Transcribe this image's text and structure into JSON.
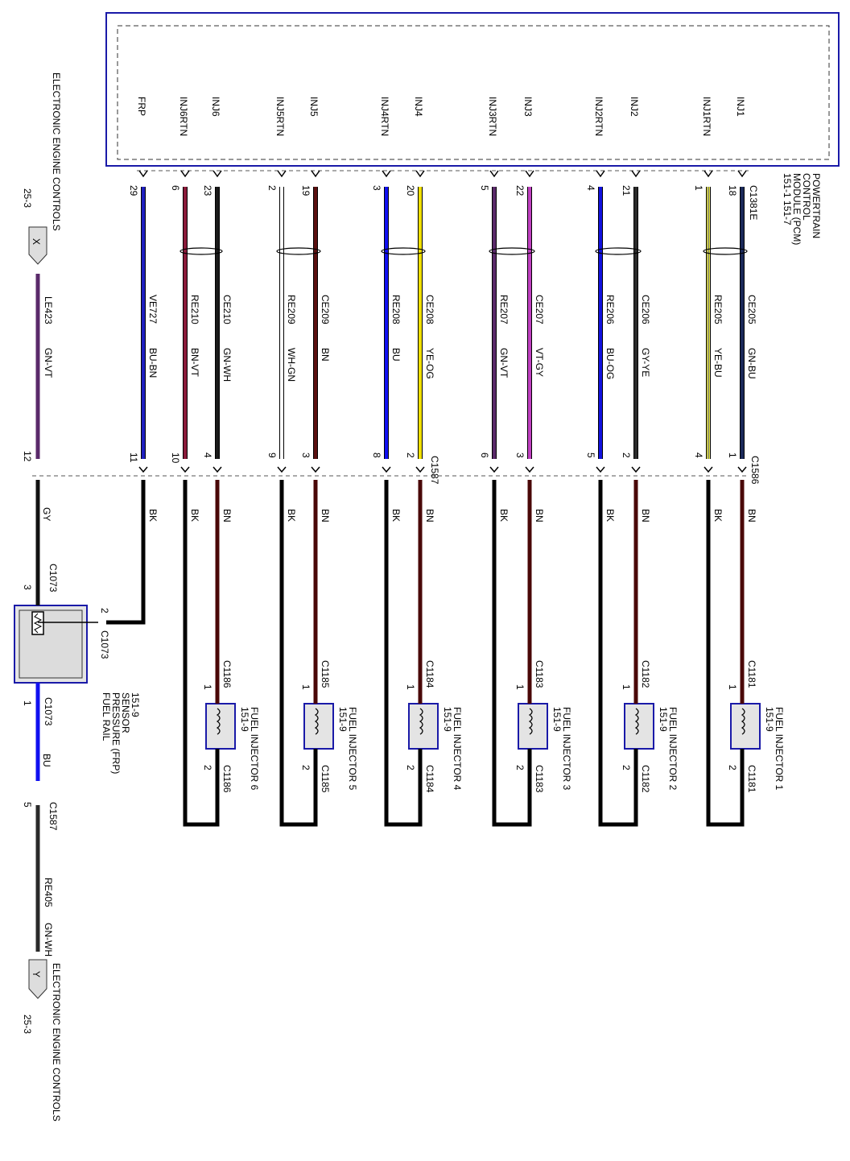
{
  "pcm": {
    "line1": "POWERTRAIN",
    "line2": "CONTROL",
    "line3": "MODULE (PCM)",
    "line4": "151-1   151-7",
    "connector": "C1381E"
  },
  "connectors": {
    "upper_a": "C1586",
    "upper_b": "C1587",
    "frp_lower": "C1587"
  },
  "colors": {
    "module_border": "#1a1aa8",
    "diagram_bg": "#ffffff"
  },
  "circuits": [
    {
      "pin": "INJ1",
      "pcm_pin": "18",
      "code": "CE205",
      "color_code": "GN-BU",
      "mid_pin": "1",
      "lower_color": "BN",
      "stroke": "#1b2a5a",
      "stripe": ""
    },
    {
      "pin": "INJ1RTN",
      "pcm_pin": "1",
      "code": "RE205",
      "color_code": "YE-BU",
      "mid_pin": "4",
      "lower_color": "BK",
      "stroke": "#e8e840",
      "stripe": "#4a4a8a"
    },
    {
      "pin": "INJ2",
      "pcm_pin": "21",
      "code": "CE206",
      "color_code": "GY-YE",
      "mid_pin": "2",
      "lower_color": "BN",
      "stroke": "#2a2a2a",
      "stripe": ""
    },
    {
      "pin": "INJ2RTN",
      "pcm_pin": "4",
      "code": "RE206",
      "color_code": "BU-OG",
      "mid_pin": "5",
      "lower_color": "BK",
      "stroke": "#1212e0",
      "stripe": ""
    },
    {
      "pin": "INJ3",
      "pcm_pin": "22",
      "code": "CE207",
      "color_code": "VT-GY",
      "mid_pin": "3",
      "lower_color": "BN",
      "stroke": "#c040c0",
      "stripe": ""
    },
    {
      "pin": "INJ3RTN",
      "pcm_pin": "5",
      "code": "RE207",
      "color_code": "GN-VT",
      "mid_pin": "6",
      "lower_color": "BK",
      "stroke": "#5a2a6a",
      "stripe": ""
    },
    {
      "pin": "INJ4",
      "pcm_pin": "20",
      "code": "CE208",
      "color_code": "YE-OG",
      "mid_pin": "2",
      "lower_color": "BN",
      "stroke": "#f0e000",
      "stripe": ""
    },
    {
      "pin": "INJ4RTN",
      "pcm_pin": "3",
      "code": "RE208",
      "color_code": "BU",
      "mid_pin": "8",
      "lower_color": "BK",
      "stroke": "#1010f0",
      "stripe": ""
    },
    {
      "pin": "INJ5",
      "pcm_pin": "19",
      "code": "CE209",
      "color_code": "BN",
      "mid_pin": "3",
      "lower_color": "BN",
      "stroke": "#5a1010",
      "stripe": ""
    },
    {
      "pin": "INJ5RTN",
      "pcm_pin": "2",
      "code": "RE209",
      "color_code": "WH-GN",
      "mid_pin": "9",
      "lower_color": "BK",
      "stroke": "#ffffff",
      "stripe": ""
    },
    {
      "pin": "INJ6",
      "pcm_pin": "23",
      "code": "CE210",
      "color_code": "GN-WH",
      "mid_pin": "4",
      "lower_color": "BN",
      "stroke": "#1a1a1a",
      "stripe": ""
    },
    {
      "pin": "INJ6RTN",
      "pcm_pin": "6",
      "code": "RE210",
      "color_code": "BN-VT",
      "mid_pin": "10",
      "lower_color": "BK",
      "stroke": "#8a1a3a",
      "stripe": ""
    },
    {
      "pin": "FRP",
      "pcm_pin": "29",
      "code": "VE727",
      "color_code": "BU-BN",
      "mid_pin": "11",
      "lower_color": "BK",
      "stroke": "#2020c0",
      "stripe": ""
    }
  ],
  "injectors": [
    {
      "name": "FUEL INJECTOR 1",
      "ref": "151-9",
      "conn": "C1181",
      "pin_top": "1",
      "pin_bottom": "2"
    },
    {
      "name": "FUEL INJECTOR 2",
      "ref": "151-9",
      "conn": "C1182",
      "pin_top": "1",
      "pin_bottom": "2"
    },
    {
      "name": "FUEL INJECTOR 3",
      "ref": "151-9",
      "conn": "C1183",
      "pin_top": "1",
      "pin_bottom": "2"
    },
    {
      "name": "FUEL INJECTOR 4",
      "ref": "151-9",
      "conn": "C1184",
      "pin_top": "1",
      "pin_bottom": "2"
    },
    {
      "name": "FUEL INJECTOR 5",
      "ref": "151-9",
      "conn": "C1185",
      "pin_top": "1",
      "pin_bottom": "2"
    },
    {
      "name": "FUEL INJECTOR 6",
      "ref": "151-9",
      "conn": "C1186",
      "pin_top": "1",
      "pin_bottom": "2"
    }
  ],
  "frp_sensor": {
    "line1": "FUEL RAIL",
    "line2": "PRESSURE (FRP)",
    "line3": "SENSOR",
    "line4": "151-9",
    "conn": "C1073",
    "pin_top": "3",
    "pin_side": "2",
    "pin_bottom": "1",
    "top_color": "GY",
    "bottom_color": "BU"
  },
  "left_circuits": {
    "top": {
      "code": "LE423",
      "color_code": "GN-VT",
      "pin": "12",
      "label": "ELECTRONIC ENGINE CONTROLS",
      "ref": "25-3",
      "letter": "X"
    },
    "bottom": {
      "code": "RE405",
      "color_code": "GN-WH",
      "pin": "5",
      "label": "ELECTRONIC ENGINE CONTROLS",
      "ref": "25-3",
      "letter": "Y"
    }
  }
}
